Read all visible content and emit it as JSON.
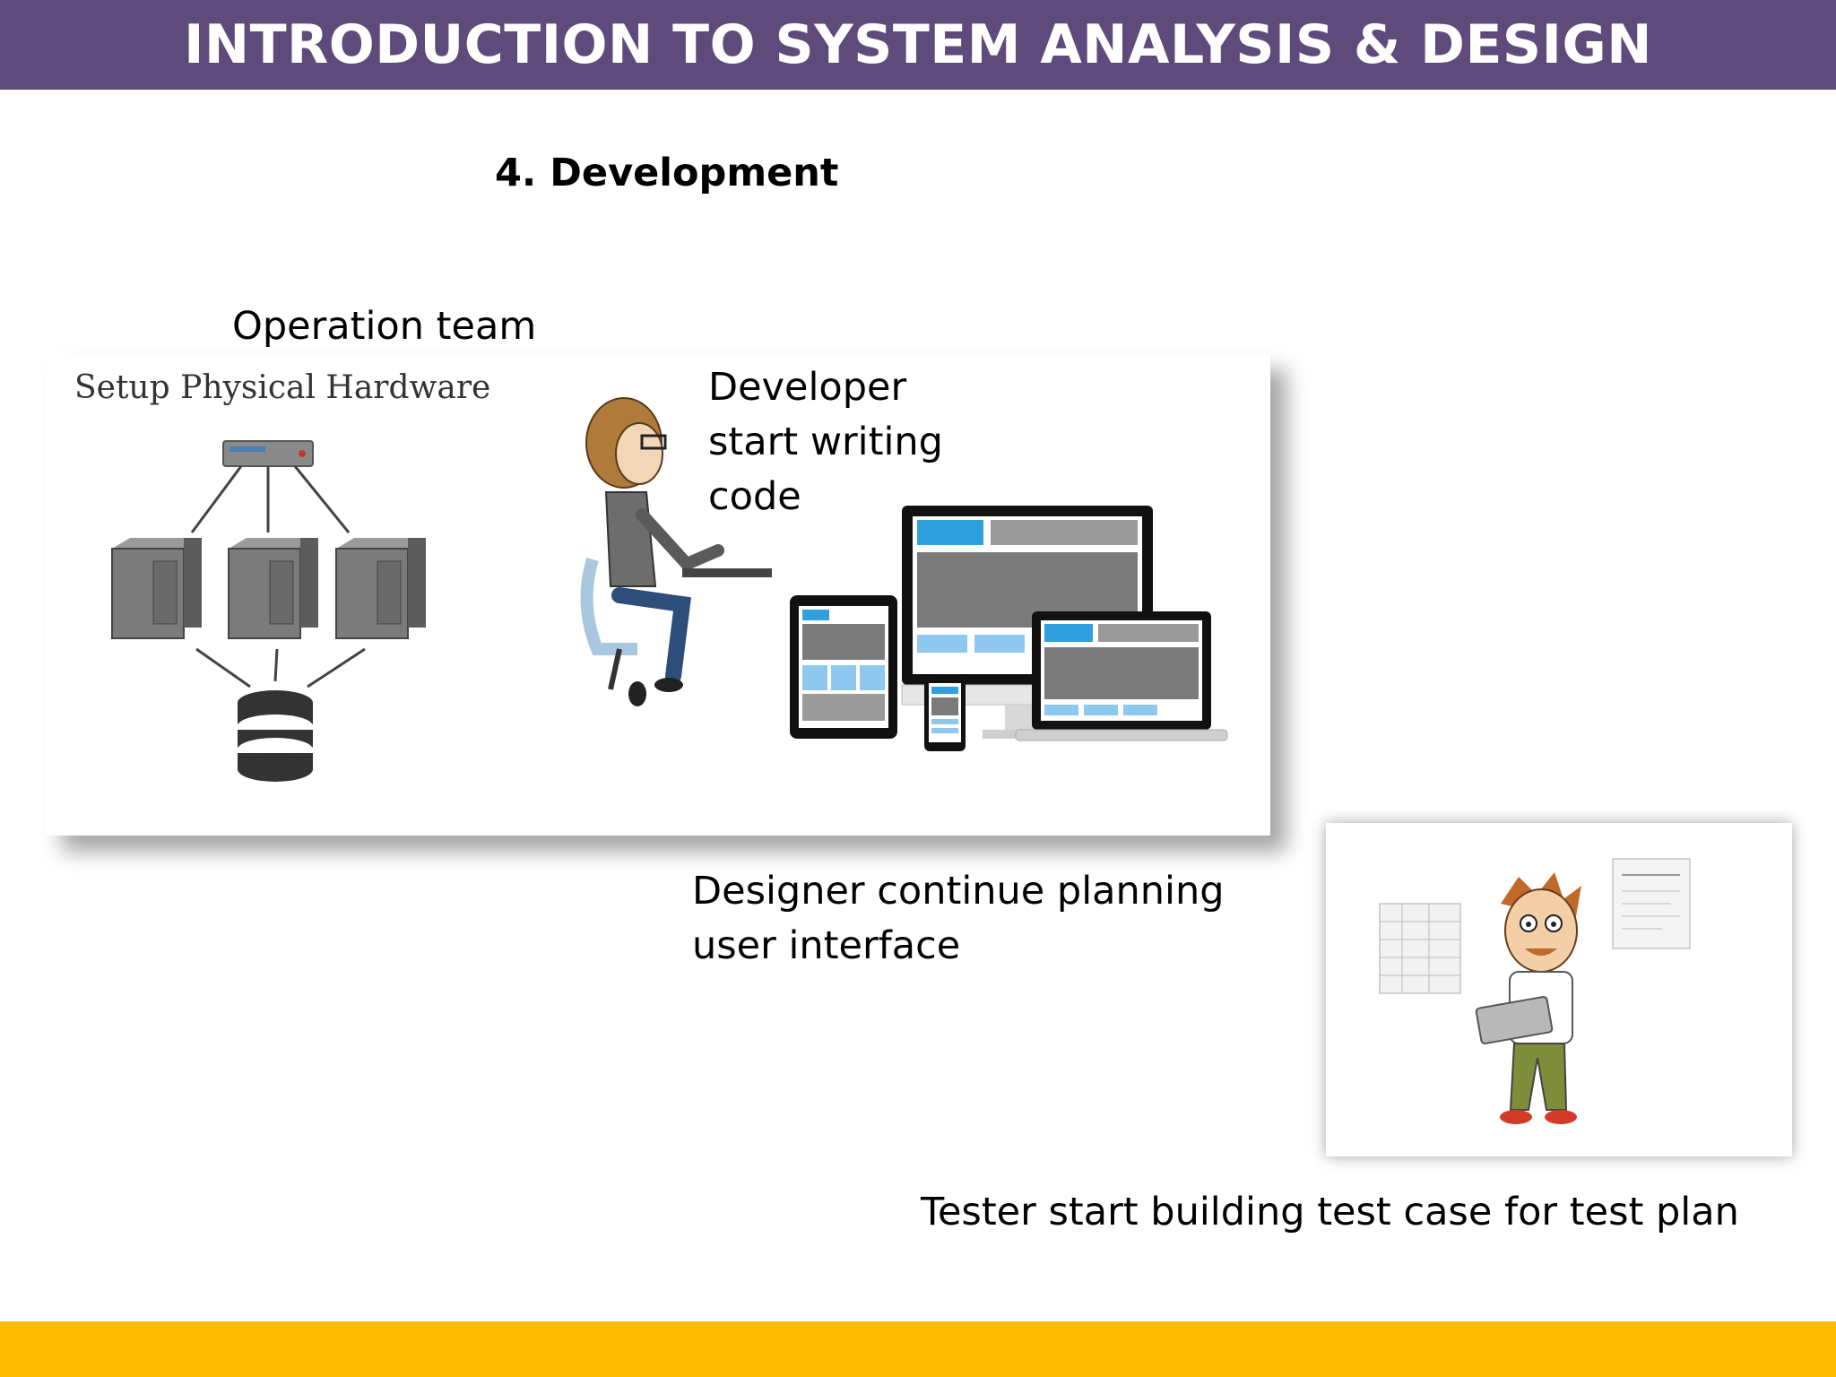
{
  "header": {
    "title": "INTRODUCTION TO SYSTEM ANALYSIS & DESIGN"
  },
  "section": {
    "heading": "4. Development"
  },
  "labels": {
    "operation_team": "Operation team",
    "developer_line1": "Developer",
    "developer_line2": "start writing",
    "developer_line3": "code",
    "designer_line1": "Designer continue planning",
    "designer_line2": "user interface",
    "tester": "Tester start building test case for test plan"
  },
  "panel_main": {
    "hardware_caption": "Setup Physical Hardware"
  },
  "colors": {
    "header_bg": "#5e4a7b",
    "footer_bg": "#fdbc00",
    "screen_accent": "#2fa0dd"
  }
}
